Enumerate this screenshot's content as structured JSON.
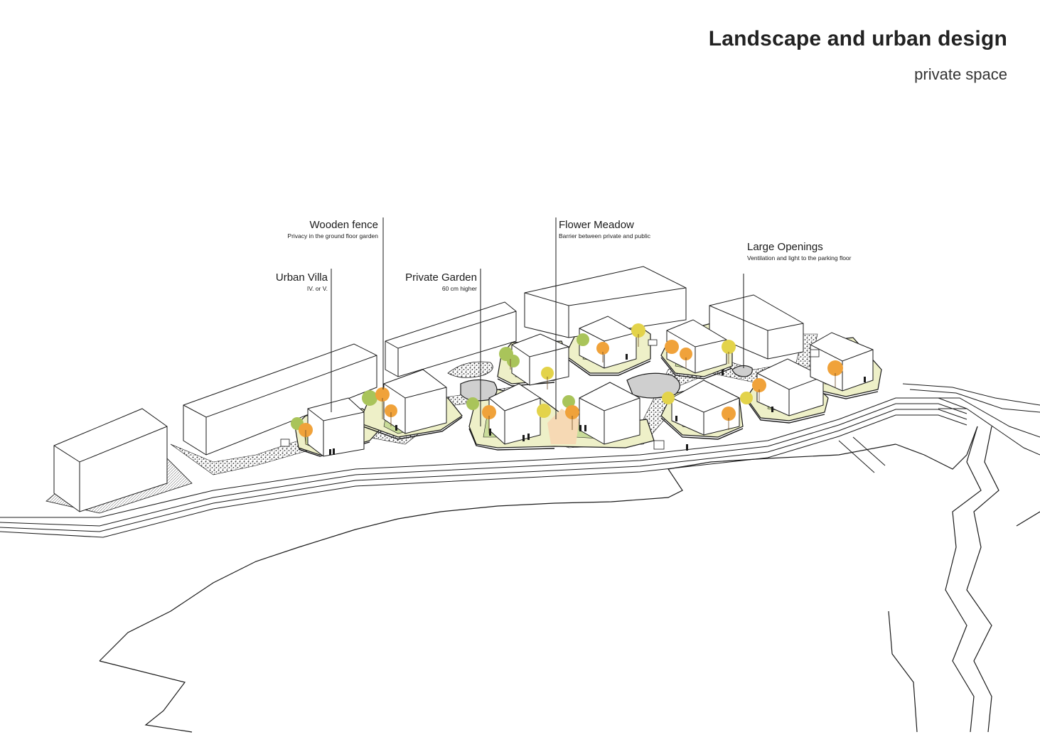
{
  "header": {
    "title": "Landscape and urban design",
    "subtitle": "private space"
  },
  "annotations": [
    {
      "id": "wooden-fence",
      "title": "Wooden fence",
      "subtitle": "Privacy in the ground floor garden"
    },
    {
      "id": "urban-villa",
      "title": "Urban Villa",
      "subtitle": "IV. or V."
    },
    {
      "id": "private-garden",
      "title": "Private Garden",
      "subtitle": "60 cm higher"
    },
    {
      "id": "flower-meadow",
      "title": "Flower Meadow",
      "subtitle": "Barrier between private and public"
    },
    {
      "id": "large-openings",
      "title": "Large Openings",
      "subtitle": "Ventilation and light to the parking floor"
    }
  ],
  "colors": {
    "garden": "#eef0c8",
    "grass": "#c9dc9a",
    "tree_orange": "#f0a23a",
    "tree_yellow": "#e3d34a",
    "tree_green": "#a9c45a",
    "water": "#cfcfcf",
    "line": "#1a1a1a"
  }
}
